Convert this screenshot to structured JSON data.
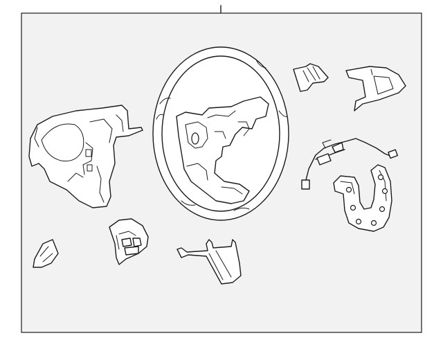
{
  "diagram": {
    "colors": {
      "background": "#ffffff",
      "frame_fill": "#f2f2f2",
      "line": "#1a1a1a",
      "part_fill": "#ffffff"
    },
    "parts": [
      "steering-wheel",
      "airbag-cover",
      "upper-trim-cover",
      "upper-trim-bracket",
      "wiring-harness",
      "horseshoe-bracket",
      "left-switch",
      "left-trim-cover",
      "lower-trim-cover"
    ]
  }
}
